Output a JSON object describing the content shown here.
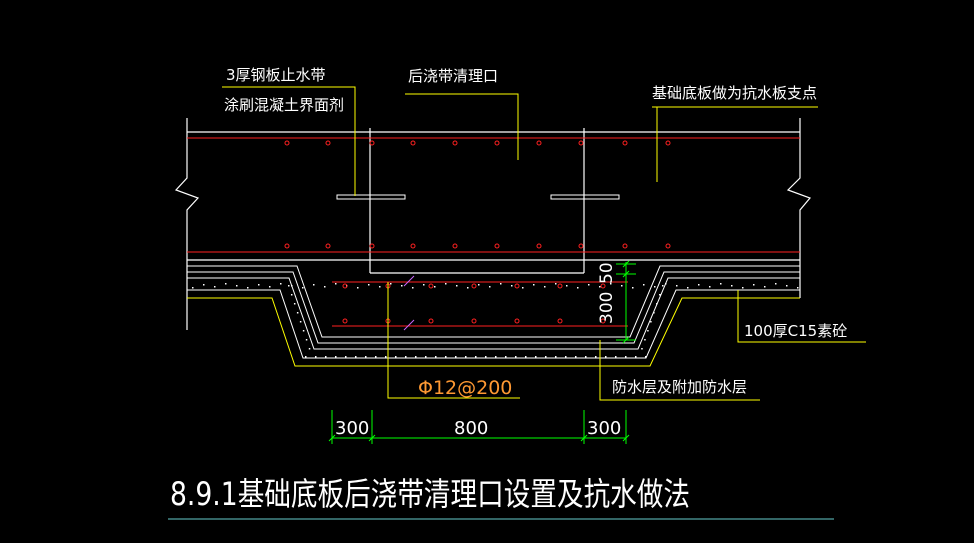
{
  "labels": {
    "steel_plate": "3厚钢板止水带",
    "interface_agent": "涂刷混凝土界面剂",
    "cleanout": "后浇带清理口",
    "slab_support": "基础底板做为抗水板支点",
    "c15_base": "100厚C15素砼",
    "rebar": "Φ12@200",
    "waterproof": "防水层及附加防水层"
  },
  "dimensions": {
    "left": "300",
    "middle": "800",
    "right": "300",
    "vertical_300": "300",
    "vertical_50": "50"
  },
  "title": "8.9.1基础底板后浇带清理口设置及抗水做法",
  "colors": {
    "background": "#000000",
    "lines": "#ffffff",
    "rebar": "#ff2020",
    "leader": "#ffff00",
    "dimension": "#00ff00",
    "annotation": "#ff9933",
    "title_underline": "#66cccc"
  }
}
